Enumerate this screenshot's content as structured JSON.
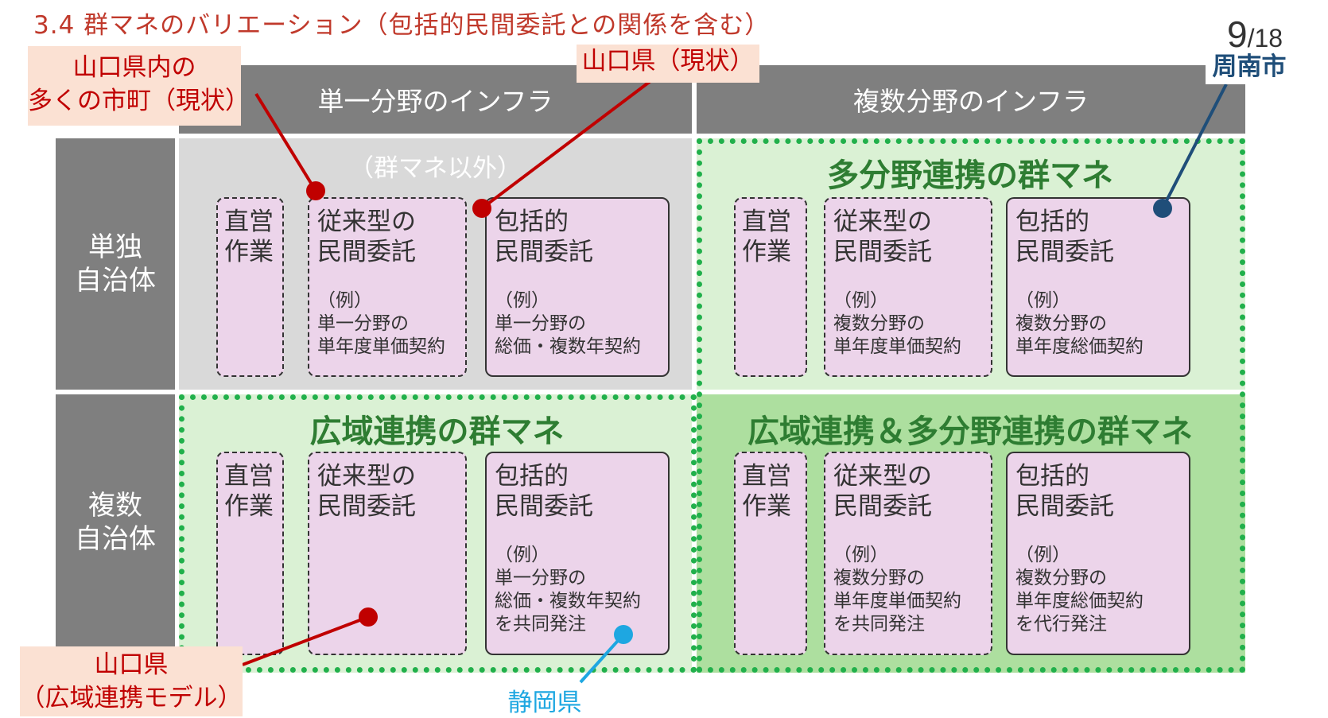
{
  "title": "3.4 群マネのバリエーション（包括的民間委託との関係を含む）",
  "page": {
    "number": "9",
    "total": "/18"
  },
  "headers": {
    "single_infra": "単一分野のインフラ",
    "multi_infra": "複数分野のインフラ"
  },
  "rows": {
    "single_muni": "単独\n自治体",
    "multi_muni": "複数\n自治体"
  },
  "group_titles": {
    "non_gunmane": "（群マネ以外）",
    "multi_field": "多分野連携の群マネ",
    "wide_area": "広域連携の群マネ",
    "wide_multi": "広域連携＆多分野連携の群マネ"
  },
  "cells": {
    "single_single": {
      "direct": "直営\n作業",
      "conventional": {
        "title": "従来型の\n民間委託",
        "desc": "（例）\n単一分野の\n単年度単価契約"
      },
      "comprehensive": {
        "title": "包括的\n民間委託",
        "desc": "（例）\n単一分野の\n総価・複数年契約"
      }
    },
    "single_multi": {
      "direct": "直営\n作業",
      "conventional": {
        "title": "従来型の\n民間委託",
        "desc": "（例）\n複数分野の\n単年度単価契約"
      },
      "comprehensive": {
        "title": "包括的\n民間委託",
        "desc": "（例）\n複数分野の\n単年度総価契約"
      }
    },
    "multi_single": {
      "direct": "直営\n作業",
      "conventional": {
        "title": "従来型の\n民間委託",
        "desc": ""
      },
      "comprehensive": {
        "title": "包括的\n民間委託",
        "desc": "（例）\n単一分野の\n総価・複数年契約\nを共同発注"
      }
    },
    "multi_multi": {
      "direct": "直営\n作業",
      "conventional": {
        "title": "従来型の\n民間委託",
        "desc": "（例）\n複数分野の\n単年度単価契約\nを共同発注"
      },
      "comprehensive": {
        "title": "包括的\n民間委託",
        "desc": "（例）\n複数分野の\n単年度総価契約\nを代行発注"
      }
    }
  },
  "callouts": {
    "yamaguchi_municipalities": "山口県内の\n多くの市町（現状）",
    "yamaguchi_current": "山口県（現状）",
    "shunan": "周南市",
    "yamaguchi_wide": "山口県\n（広域連携モデル）",
    "shizuoka": "静岡県"
  },
  "colors": {
    "red": "#c00000",
    "blue": "#1f4e79",
    "cyan": "#1ea7e1",
    "green_zone": "#21b04b",
    "header_gray": "#7f7f7f"
  }
}
